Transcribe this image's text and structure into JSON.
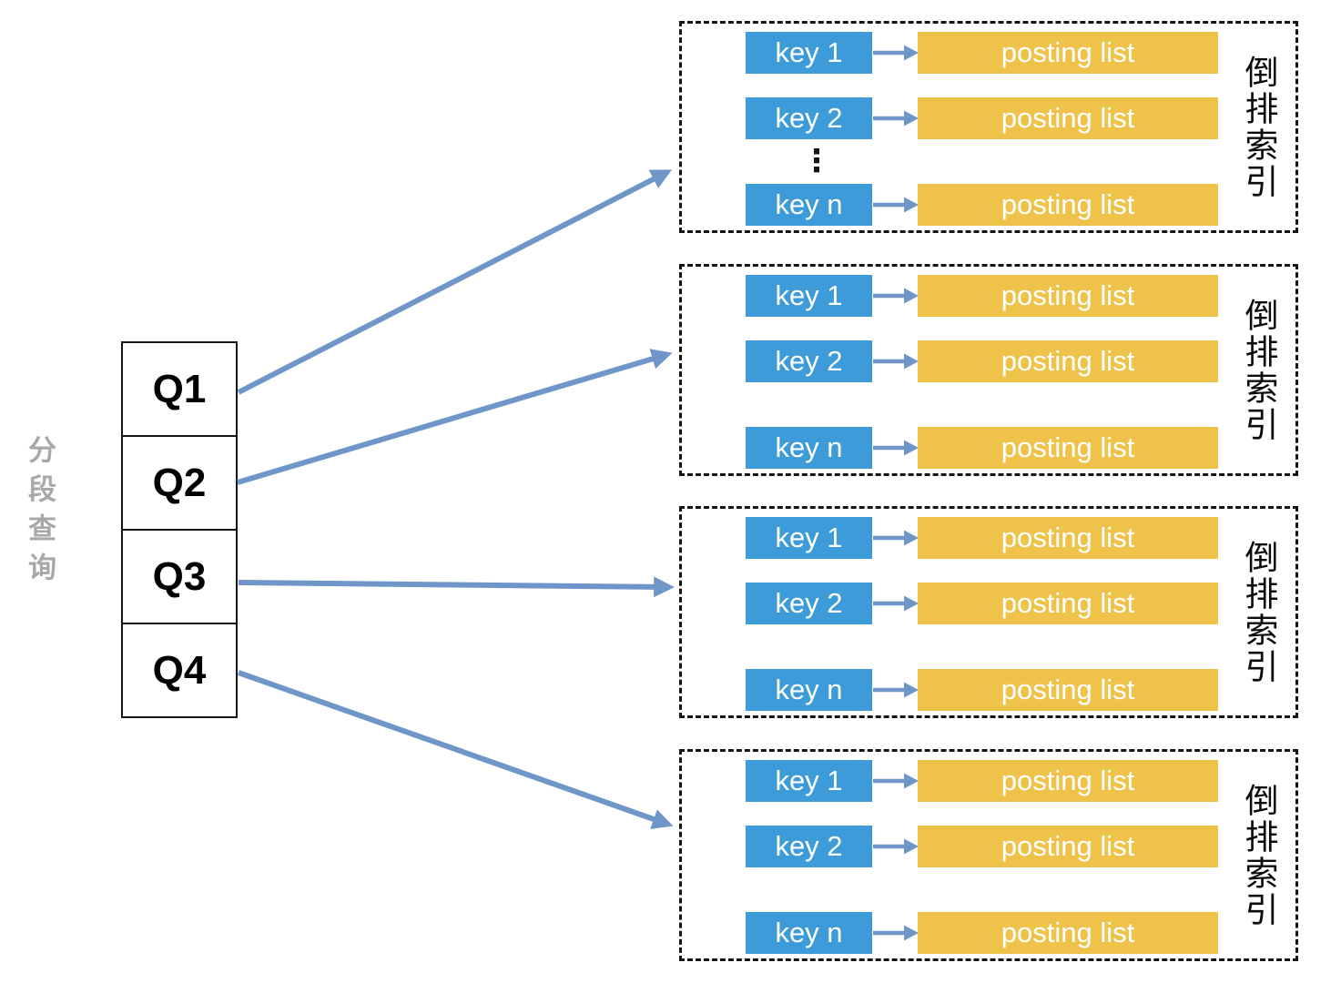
{
  "left_label": {
    "text": "分段查询"
  },
  "query_stack": {
    "items": [
      {
        "label": "Q1"
      },
      {
        "label": "Q2"
      },
      {
        "label": "Q3"
      },
      {
        "label": "Q4"
      }
    ]
  },
  "index_groups": [
    {
      "label": "倒排索引",
      "ellipsis": "⋮",
      "rows": [
        {
          "key": "key 1",
          "list": "posting list"
        },
        {
          "key": "key 2",
          "list": "posting list"
        },
        {
          "key": "key n",
          "list": "posting list"
        }
      ]
    },
    {
      "label": "倒排索引",
      "rows": [
        {
          "key": "key 1",
          "list": "posting list"
        },
        {
          "key": "key 2",
          "list": "posting list"
        },
        {
          "key": "key n",
          "list": "posting list"
        }
      ]
    },
    {
      "label": "倒排索引",
      "rows": [
        {
          "key": "key 1",
          "list": "posting list"
        },
        {
          "key": "key 2",
          "list": "posting list"
        },
        {
          "key": "key n",
          "list": "posting list"
        }
      ]
    },
    {
      "label": "倒排索引",
      "rows": [
        {
          "key": "key 1",
          "list": "posting list"
        },
        {
          "key": "key 2",
          "list": "posting list"
        },
        {
          "key": "key n",
          "list": "posting list"
        }
      ]
    }
  ],
  "colors": {
    "key_box": "#3D9BD9",
    "posting_box": "#EFC24A",
    "arrow": "#6F96C8",
    "left_label": "#A8A8A8",
    "line": "#141414",
    "box_text": "#FFFFFF"
  }
}
